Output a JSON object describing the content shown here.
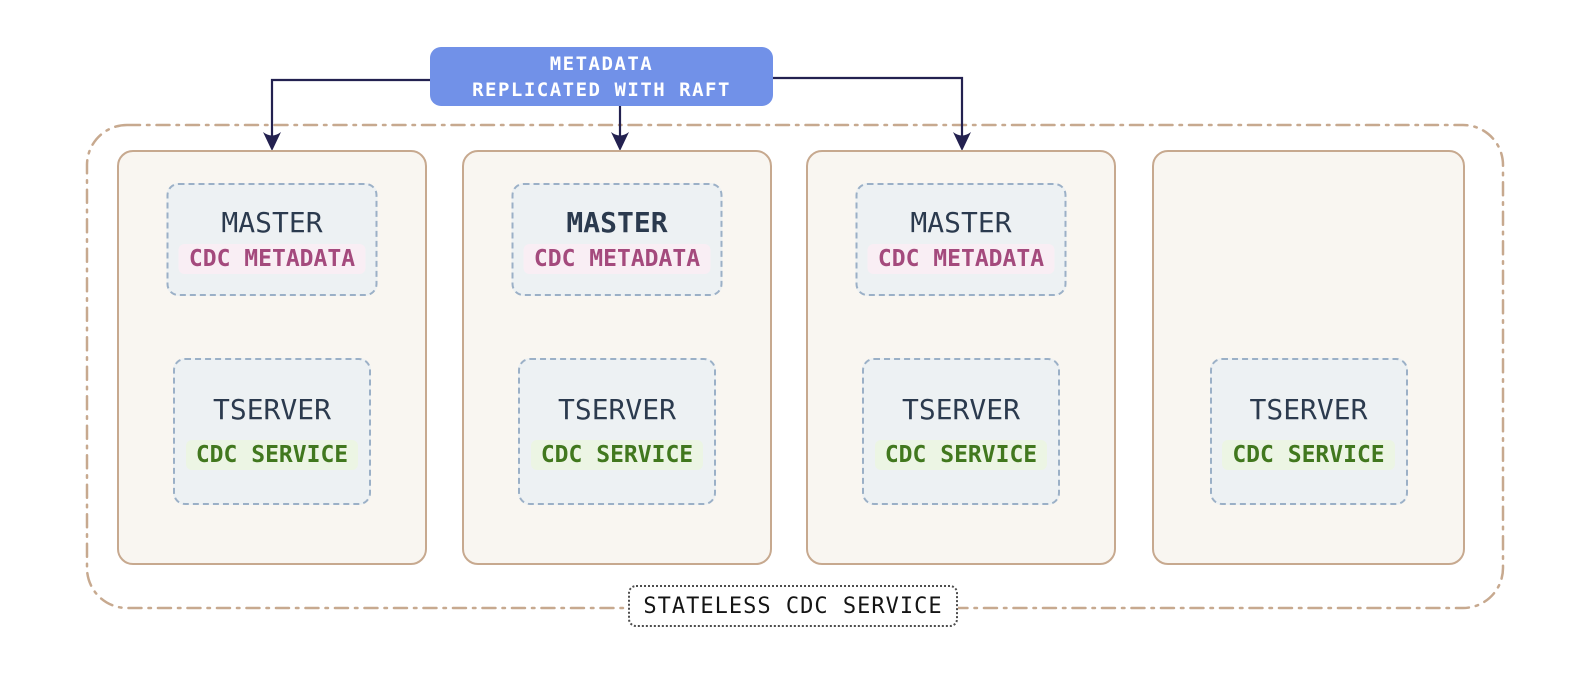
{
  "metadata_box": {
    "line1": "METADATA",
    "line2": "REPLICATED WITH RAFT"
  },
  "group_label": "STATELESS CDC SERVICE",
  "nodes": [
    {
      "master": {
        "label": "MASTER",
        "leader": false,
        "badge": "CDC METADATA"
      },
      "tserver": {
        "label": "TSERVER",
        "badge": "CDC SERVICE"
      }
    },
    {
      "master": {
        "label": "MASTER",
        "leader": true,
        "badge": "CDC METADATA"
      },
      "tserver": {
        "label": "TSERVER",
        "badge": "CDC SERVICE"
      }
    },
    {
      "master": {
        "label": "MASTER",
        "leader": false,
        "badge": "CDC METADATA"
      },
      "tserver": {
        "label": "TSERVER",
        "badge": "CDC SERVICE"
      }
    },
    {
      "tserver": {
        "label": "TSERVER",
        "badge": "CDC SERVICE"
      }
    }
  ],
  "colors": {
    "raft_box_bg": "#7191e8",
    "raft_box_text": "#ffffff",
    "connector": "#232150",
    "outer_dashdot_border": "#c7a98f",
    "node_border": "#c7a98f",
    "node_fill": "#f9f6f1",
    "inner_dashed_border": "#9bb0c7",
    "inner_fill": "#edf1f3",
    "role_text": "#2b3a4e",
    "metadata_badge_text": "#a44a7d",
    "metadata_badge_bg": "#f9eef4",
    "service_badge_text": "#41781e",
    "service_badge_bg": "#ecf5e4",
    "group_label_text": "#141414"
  }
}
